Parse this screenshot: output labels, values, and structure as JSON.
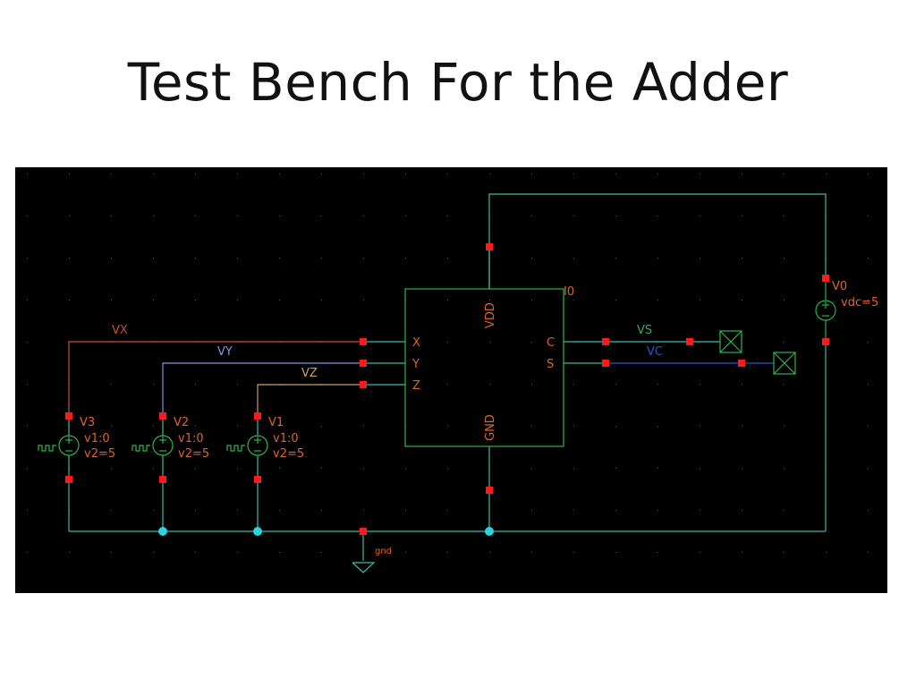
{
  "slide": {
    "title": "Test Bench For the Adder"
  },
  "colors": {
    "canvas": "#000000",
    "wire": "#3fb7a8",
    "pin": "#ff1a1a",
    "label": "#e0622e",
    "symbol": "#2fb54a",
    "dot": "#2ad4e0",
    "vx_wire": "#c4503a",
    "vy_wire": "#8c8fd8",
    "vz_wire": "#c9a066",
    "vc_wire": "#2b53d0",
    "dcsource": "#22b34a"
  },
  "schematic": {
    "instance_name": "I0",
    "pins": {
      "x": "X",
      "y": "Y",
      "z": "Z",
      "c": "C",
      "s": "S",
      "vdd": "VDD",
      "gnd": "GND"
    },
    "nets": {
      "vx": "VX",
      "vy": "VY",
      "vz": "VZ",
      "vs": "VS",
      "vc": "VC"
    },
    "sources": [
      {
        "name": "V3",
        "v1": "v1:0",
        "v2": "v2=5"
      },
      {
        "name": "V2",
        "v1": "v1:0",
        "v2": "v2=5"
      },
      {
        "name": "V1",
        "v1": "v1:0",
        "v2": "v2=5"
      }
    ],
    "dc_source": {
      "name": "V0",
      "value": "vdc=5"
    },
    "ground": {
      "label": "gnd"
    }
  }
}
